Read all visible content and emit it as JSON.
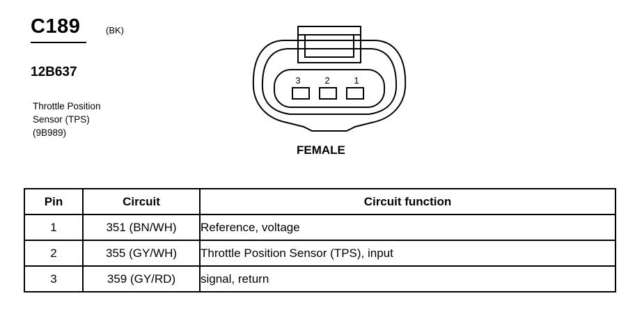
{
  "header": {
    "connector_id": "C189",
    "connector_color": "(BK)",
    "part_number": "12B637",
    "description_lines": [
      "Throttle Position",
      "Sensor (TPS)",
      "(9B989)"
    ]
  },
  "connector": {
    "pin_labels": [
      "3",
      "2",
      "1"
    ],
    "gender": "FEMALE"
  },
  "table": {
    "headers": {
      "pin": "Pin",
      "circuit": "Circuit",
      "function": "Circuit function"
    },
    "rows": [
      {
        "pin": "1",
        "circuit": "351 (BN/WH)",
        "function": "Reference, voltage"
      },
      {
        "pin": "2",
        "circuit": "355 (GY/WH)",
        "function": "Throttle Position Sensor (TPS), input"
      },
      {
        "pin": "3",
        "circuit": "359 (GY/RD)",
        "function": "signal, return"
      }
    ]
  }
}
